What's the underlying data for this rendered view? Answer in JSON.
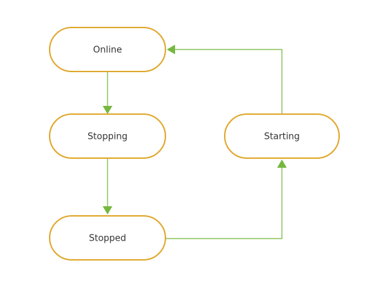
{
  "colors": {
    "node_border": "#E0A82E",
    "node_fill": "#FFFFFF",
    "edge": "#76B83F",
    "text": "#333333"
  },
  "nodes": [
    {
      "id": "online",
      "label": "Online"
    },
    {
      "id": "stopping",
      "label": "Stopping"
    },
    {
      "id": "stopped",
      "label": "Stopped"
    },
    {
      "id": "starting",
      "label": "Starting"
    }
  ],
  "edges": [
    {
      "from": "online",
      "to": "stopping"
    },
    {
      "from": "stopping",
      "to": "stopped"
    },
    {
      "from": "stopped",
      "to": "starting"
    },
    {
      "from": "starting",
      "to": "online"
    }
  ]
}
